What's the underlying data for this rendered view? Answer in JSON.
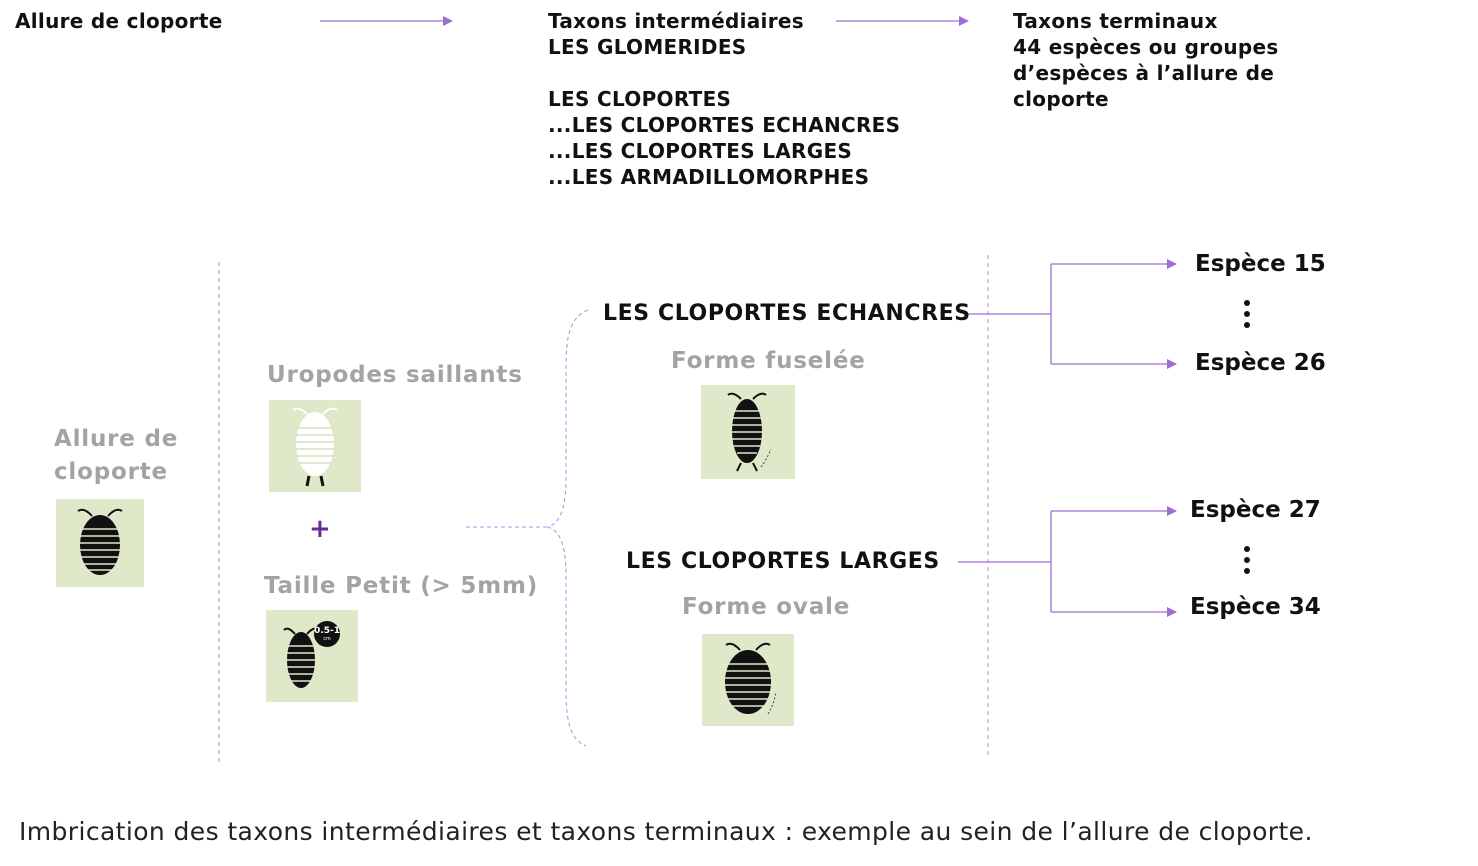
{
  "header": {
    "left": "Allure de cloporte",
    "middle": [
      "Taxons intermédiaires",
      "LES GLOMERIDES",
      "",
      "LES CLOPORTES",
      "...LES CLOPORTES ECHANCRES",
      "...LES CLOPORTES LARGES",
      "...LES ARMADILLOMORPHES"
    ],
    "right": [
      "Taxons terminaux",
      "44 espèces ou groupes",
      "d’espèces à l’allure de",
      "cloporte"
    ]
  },
  "diagram": {
    "root": {
      "line1": "Allure de",
      "line2": "cloporte"
    },
    "criterion_1": "Uropodes saillants",
    "plus": "+",
    "criterion_2": "Taille Petit (> 5mm)",
    "size_badge": {
      "main": "0.5-1",
      "unit": "cm"
    },
    "group_1": {
      "title": "LES CLOPORTES ECHANCRES",
      "shape": "Forme fuselée",
      "species_top": "Espèce 15",
      "species_bottom": "Espèce 26"
    },
    "group_2": {
      "title": "LES CLOPORTES LARGES",
      "shape": "Forme ovale",
      "species_top": "Espèce 27",
      "species_bottom": "Espèce 34"
    }
  },
  "caption": "Imbrication des taxons intermédiaires et taxons terminaux : exemple au sein de l’allure de cloporte.",
  "colors": {
    "accent": "#9b6fd1",
    "thumb_bg": "#dfe8c9",
    "grey_text": "#a3a3a3",
    "plus": "#6a2d8f"
  }
}
